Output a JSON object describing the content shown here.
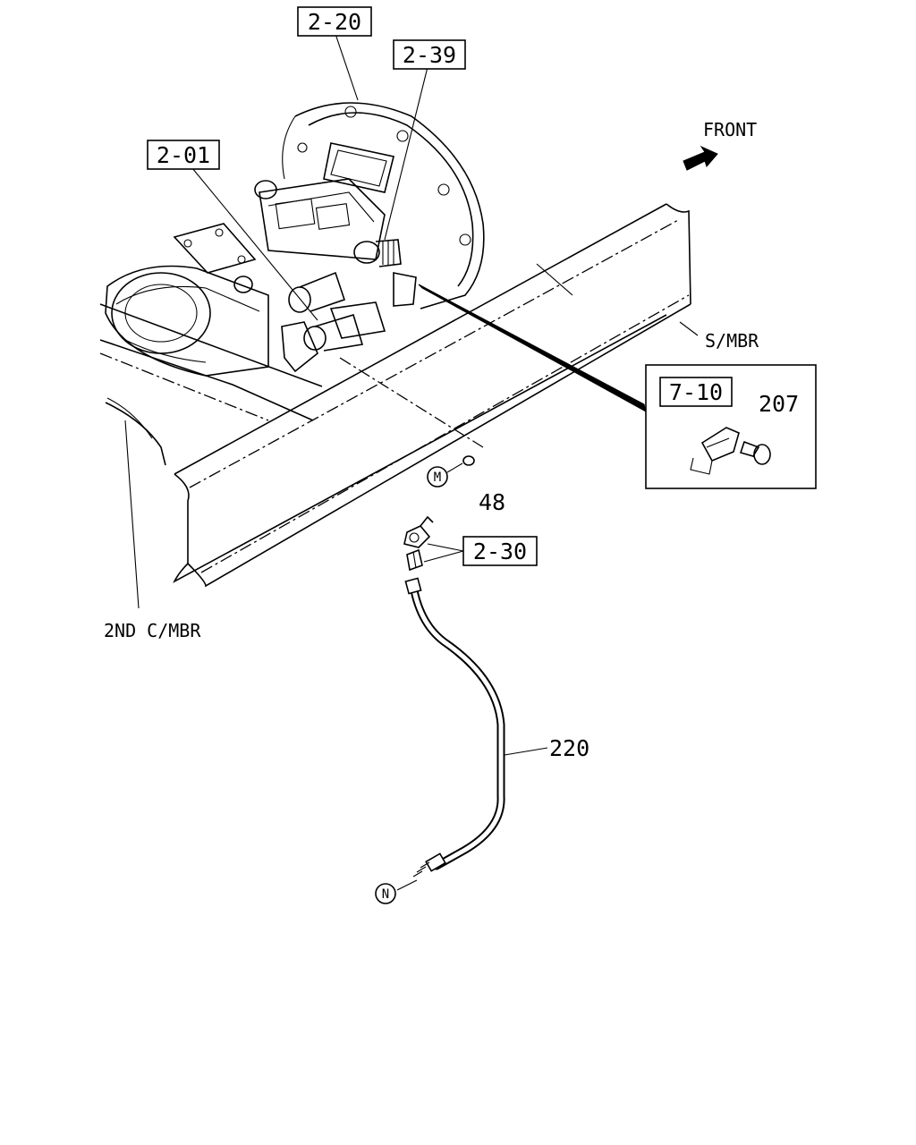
{
  "diagram": {
    "callouts": {
      "ref_2_20": "2-20",
      "ref_2_39": "2-39",
      "ref_2_01": "2-01",
      "ref_7_10": "7-10",
      "ref_2_30": "2-30"
    },
    "part_numbers": {
      "p207": "207",
      "p48": "48",
      "p220": "220"
    },
    "markers": {
      "m": "M",
      "n": "N"
    },
    "labels": {
      "front": "FRONT",
      "side_member": "S/MBR",
      "second_cross_member": "2ND C/MBR"
    }
  }
}
